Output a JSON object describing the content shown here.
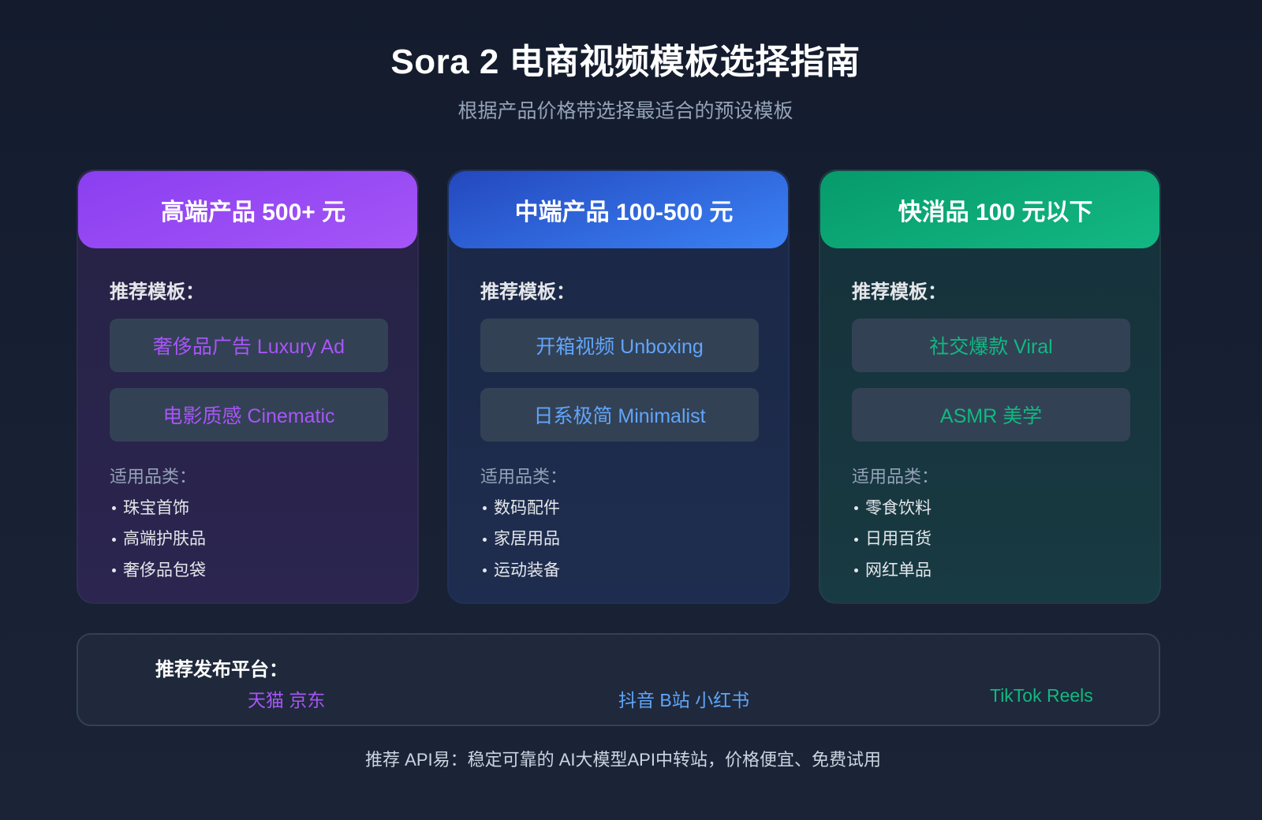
{
  "header": {
    "title": "Sora 2 电商视频模板选择指南",
    "subtitle": "根据产品价格带选择最适合的预设模板"
  },
  "cards": [
    {
      "title": "高端产品 500+ 元",
      "accent": "#a855f7",
      "templates_label": "推荐模板：",
      "templates": [
        "奢侈品广告 Luxury Ad",
        "电影质感 Cinematic"
      ],
      "categories_label": "适用品类：",
      "categories": [
        "珠宝首饰",
        "高端护肤品",
        "奢侈品包袋"
      ]
    },
    {
      "title": "中端产品 100-500 元",
      "accent": "#60a5fa",
      "templates_label": "推荐模板：",
      "templates": [
        "开箱视频 Unboxing",
        "日系极简 Minimalist"
      ],
      "categories_label": "适用品类：",
      "categories": [
        "数码配件",
        "家居用品",
        "运动装备"
      ]
    },
    {
      "title": "快消品 100 元以下",
      "accent": "#10b981",
      "templates_label": "推荐模板：",
      "templates": [
        "社交爆款 Viral",
        "ASMR 美学"
      ],
      "categories_label": "适用品类：",
      "categories": [
        "零食饮料",
        "日用百货",
        "网红单品"
      ]
    }
  ],
  "platforms": {
    "label": "推荐发布平台：",
    "items": [
      "天猫 京东",
      "抖音 B站 小红书",
      "TikTok Reels"
    ]
  },
  "footer": {
    "text": "推荐 API易：稳定可靠的 AI大模型API中转站，价格便宜、免费试用"
  }
}
